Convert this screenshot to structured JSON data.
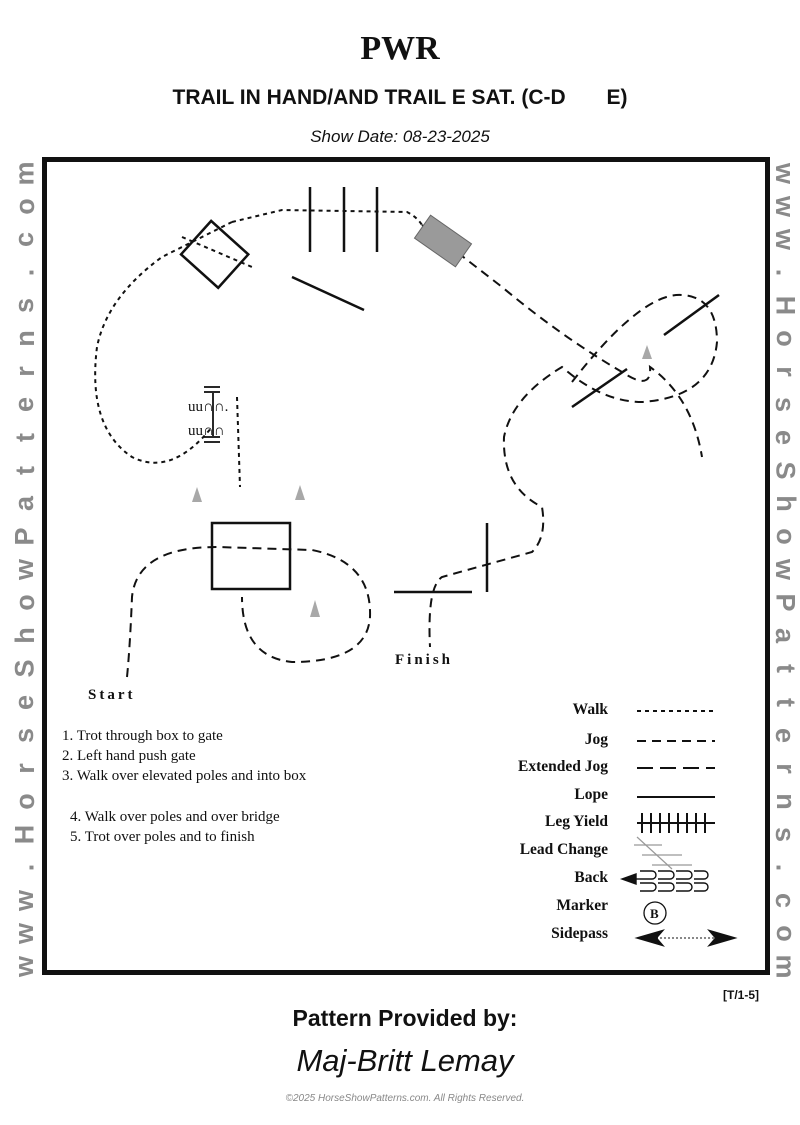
{
  "header": {
    "title": "PWR",
    "class_name": "TRAIL IN HAND/AND TRAIL E SAT. (C-D       E)",
    "show_date": "Show Date: 08-23-2025"
  },
  "watermark": "www.HorseShowPatterns.com",
  "pattern": {
    "start_label": "Start",
    "finish_label": "Finish",
    "steps": [
      "1.  Trot through box to gate",
      "2.  Left hand push gate",
      "3.  Walk over elevated poles and into box",
      "4. Walk over poles and over bridge",
      "5. Trot over poles and to finish"
    ]
  },
  "legend": [
    {
      "label": "Walk",
      "symbol": "walk-line"
    },
    {
      "label": "Jog",
      "symbol": "jog-line"
    },
    {
      "label": "Extended Jog",
      "symbol": "extended-jog-line"
    },
    {
      "label": "Lope",
      "symbol": "lope-line"
    },
    {
      "label": "Leg Yield",
      "symbol": "leg-yield-line"
    },
    {
      "label": "Lead Change",
      "symbol": "lead-change-icon"
    },
    {
      "label": "Back",
      "symbol": "back-icon"
    },
    {
      "label": "Marker",
      "symbol": "marker-icon",
      "marker_letter": "B"
    },
    {
      "label": "Sidepass",
      "symbol": "sidepass-icon"
    }
  ],
  "pattern_code": "[T/1-5]",
  "footer": {
    "provided_by": "Pattern Provided by:",
    "author": "Maj-Britt Lemay",
    "copyright": "©2025 HorseShowPatterns.com. All Rights Reserved."
  },
  "colors": {
    "text": "#111111",
    "watermark": "#8a8a8a",
    "bridge": "#9a9a9a",
    "cone": "#a8a8a8"
  }
}
